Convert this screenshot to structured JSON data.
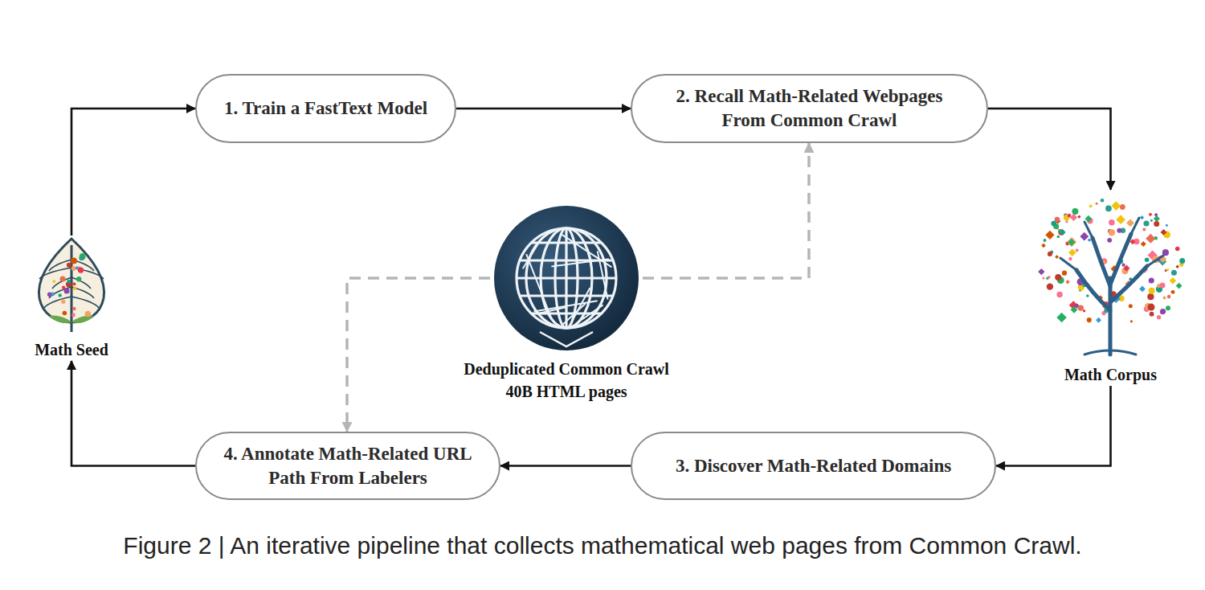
{
  "diagram": {
    "caption": "Figure 2 | An iterative pipeline that collects mathematical web pages from Common Crawl.",
    "nodes": [
      {
        "text": [
          "1. Train a FastText Model"
        ]
      },
      {
        "text": [
          "2. Recall Math-Related Webpages From Common Crawl"
        ]
      },
      {
        "text": [
          "Math Seed"
        ]
      },
      {
        "text": [
          "Deduplicated Common Crawl 40B HTML pages"
        ]
      },
      {
        "text": [
          "Math Corpus"
        ]
      },
      {
        "text": [
          "4. Annotate Math-Related URL Path From Labelers"
        ]
      },
      {
        "text": [
          "3. Discover Math-Related Domains"
        ]
      }
    ],
    "edges": [
      {
        "from": 2,
        "to": 0,
        "arrow": "to"
      },
      {
        "from": 0,
        "to": 1,
        "arrow": "to"
      },
      {
        "from": 1,
        "to": 4,
        "arrow": "to"
      },
      {
        "from": 4,
        "to": 6,
        "arrow": "to"
      },
      {
        "from": 6,
        "to": 5,
        "arrow": "to"
      },
      {
        "from": 5,
        "to": 2,
        "arrow": "to"
      },
      {
        "from": 3,
        "to": 1,
        "arrow": "to"
      },
      {
        "from": 3,
        "to": 5,
        "arrow": "to"
      }
    ]
  }
}
